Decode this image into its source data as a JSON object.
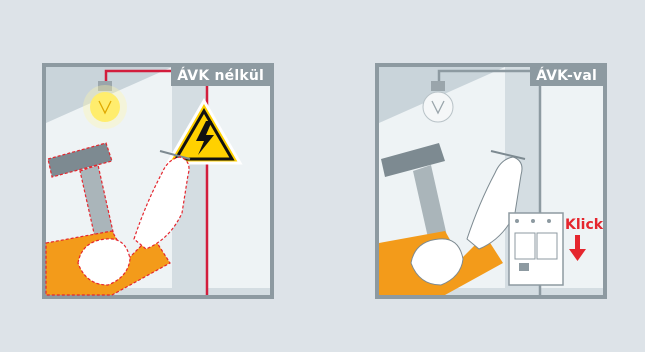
{
  "panels": {
    "without": {
      "label": "ÁVK nélkül"
    },
    "with": {
      "label": "ÁVK-val",
      "switch_text": "Klick"
    }
  },
  "colors": {
    "background": "#dde3e8",
    "panel_frame": "#8d9aa1",
    "wall": "#eef3f5",
    "wire": "#d21d3c",
    "wire_safe": "#8d9aa1",
    "bulb_on": "#ffe94d",
    "warning_yellow": "#ffd100",
    "sleeve": "#f39b1a",
    "danger": "#e5262e"
  },
  "icons": [
    "light-bulb-icon",
    "high-voltage-warning-icon",
    "hammer-icon",
    "nail-icon",
    "circuit-breaker-icon",
    "arrow-down-icon"
  ]
}
